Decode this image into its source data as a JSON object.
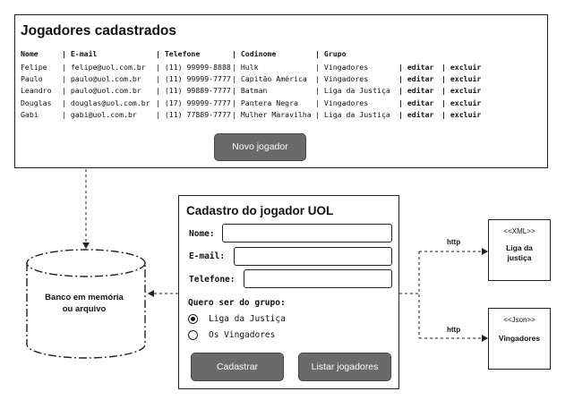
{
  "players_panel": {
    "title": "Jogadores cadastrados",
    "headers": [
      "Nome",
      "E-mail",
      "Telefone",
      "Codinome",
      "Grupo"
    ],
    "rows": [
      {
        "nome": "Felipe",
        "email": "felipe@uol.com.br",
        "telefone": "(11) 99999-8888",
        "codinome": "Hulk",
        "grupo": "Vingadores",
        "edit": "editar",
        "delete": "excluir"
      },
      {
        "nome": "Paulo",
        "email": "paulo@uol.com.br",
        "telefone": "(11) 99999-7777",
        "codinome": "Capitão América",
        "grupo": "Vingadores",
        "edit": "editar",
        "delete": "excluir"
      },
      {
        "nome": "Leandro",
        "email": "paulo@uol.com.br",
        "telefone": "(11) 99889-7777",
        "codinome": "Batman",
        "grupo": "Liga da Justiça",
        "edit": "editar",
        "delete": "excluir"
      },
      {
        "nome": "Douglas",
        "email": "douglas@uol.com.br",
        "telefone": "(17) 99999-7777",
        "codinome": "Pantera Negra",
        "grupo": "Vingadores",
        "edit": "editar",
        "delete": "excluir"
      },
      {
        "nome": "Gabi",
        "email": "gabi@uol.com.br",
        "telefone": "(11) 77889-7777",
        "codinome": "Mulher Maravilha",
        "grupo": "Liga da Justiça",
        "edit": "editar",
        "delete": "excluir"
      }
    ],
    "new_button": "Novo jogador"
  },
  "form": {
    "title": "Cadastro do jogador UOL",
    "name_label": "Nome:",
    "email_label": "E-mail:",
    "phone_label": "Telefone:",
    "group_prompt": "Quero ser do grupo:",
    "options": [
      {
        "label": "Liga da Justiça",
        "selected": true
      },
      {
        "label": "Os Vingadores",
        "selected": false
      }
    ],
    "submit_button": "Cadastrar",
    "list_button": "Listar jogadores"
  },
  "database": {
    "line1": "Banco em memória",
    "line2": "ou arquivo"
  },
  "external": [
    {
      "tag": "<<XML>>",
      "name_line1": "Liga da",
      "name_line2": "justiça",
      "protocol": "http"
    },
    {
      "tag": "<<Json>>",
      "name_line1": "Vingadores",
      "name_line2": "",
      "protocol": "http"
    }
  ]
}
